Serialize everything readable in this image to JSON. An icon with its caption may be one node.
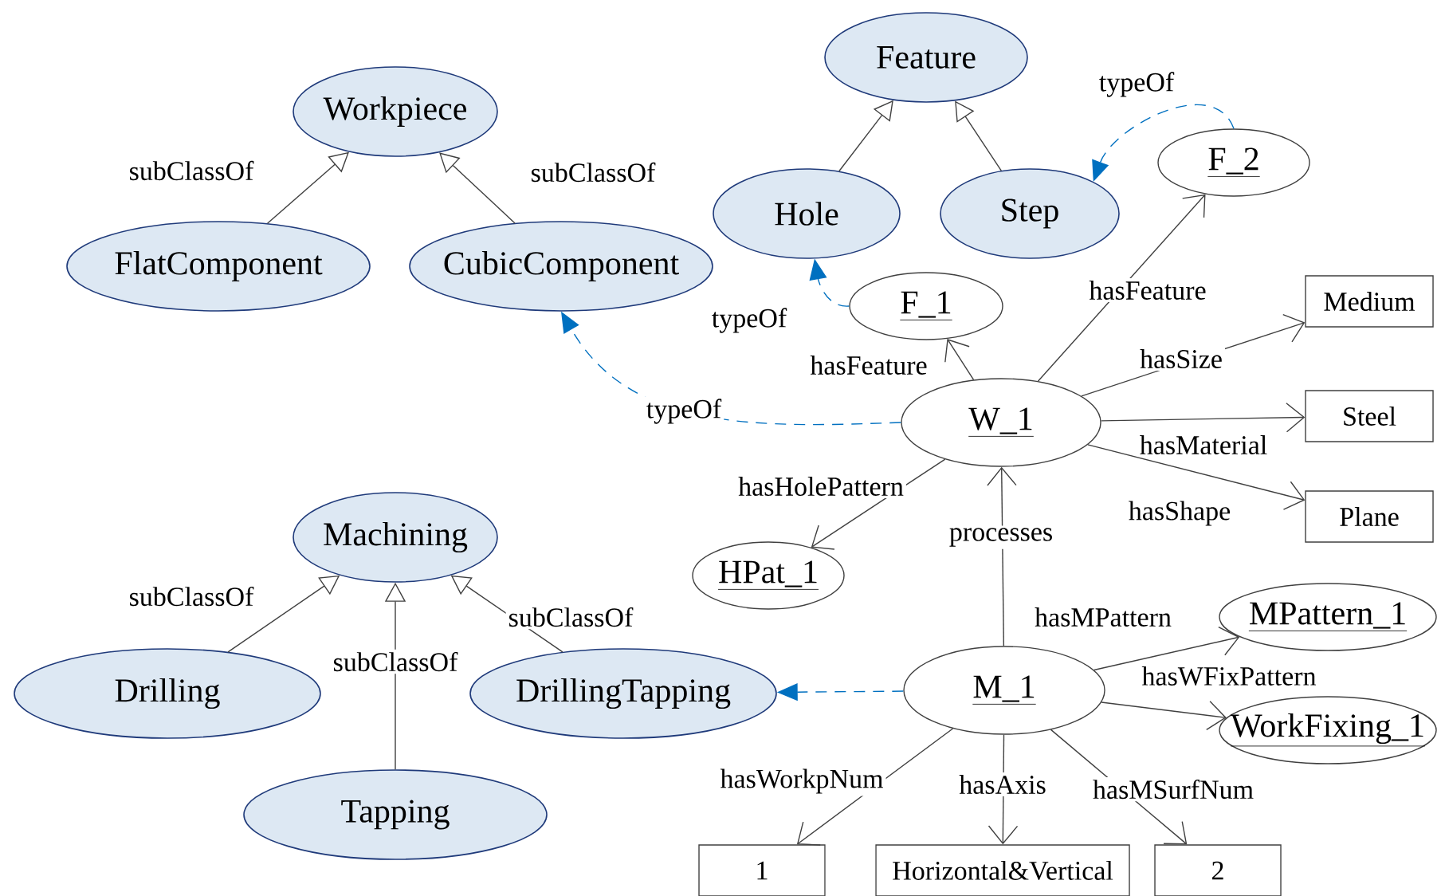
{
  "diagram": {
    "nodes": [
      {
        "text": [
          "Workpiece"
        ]
      },
      {
        "text": [
          "FlatComponent"
        ]
      },
      {
        "text": [
          "CubicComponent"
        ]
      },
      {
        "text": [
          "Feature"
        ]
      },
      {
        "text": [
          "Hole"
        ]
      },
      {
        "text": [
          "Step"
        ]
      },
      {
        "text": [
          "F_2"
        ]
      },
      {
        "text": [
          "F_1"
        ]
      },
      {
        "text": [
          "W_1"
        ]
      },
      {
        "text": [
          "Medium"
        ]
      },
      {
        "text": [
          "Steel"
        ]
      },
      {
        "text": [
          "Plane"
        ]
      },
      {
        "text": [
          "HPat_1"
        ]
      },
      {
        "text": [
          "Machining"
        ]
      },
      {
        "text": [
          "Drilling"
        ]
      },
      {
        "text": [
          "DrillingTapping"
        ]
      },
      {
        "text": [
          "Tapping"
        ]
      },
      {
        "text": [
          "M_1"
        ]
      },
      {
        "text": [
          "MPattern_1"
        ]
      },
      {
        "text": [
          "WorkFixing_1"
        ]
      },
      {
        "text": [
          "1"
        ]
      },
      {
        "text": [
          "Horizontal&Vertical"
        ]
      },
      {
        "text": [
          "2"
        ]
      }
    ],
    "edges": [
      {
        "from": 1,
        "to": 0,
        "arrow": "to",
        "label": "subClassOf"
      },
      {
        "from": 2,
        "to": 0,
        "arrow": "to",
        "label": "subClassOf"
      },
      {
        "from": 4,
        "to": 3,
        "arrow": "to"
      },
      {
        "from": 5,
        "to": 3,
        "arrow": "to"
      },
      {
        "from": 6,
        "to": 5,
        "arrow": "to",
        "label": "typeOf",
        "style": "dashed",
        "color": "#0070c0"
      },
      {
        "from": 7,
        "to": 4,
        "arrow": "to",
        "label": "typeOf",
        "style": "dashed",
        "color": "#0070c0"
      },
      {
        "from": 8,
        "to": 7,
        "arrow": "to",
        "label": "hasFeature"
      },
      {
        "from": 8,
        "to": 6,
        "arrow": "to",
        "label": "hasFeature"
      },
      {
        "from": 8,
        "to": 9,
        "arrow": "to",
        "label": "hasSize"
      },
      {
        "from": 8,
        "to": 10,
        "arrow": "to",
        "label": "hasMaterial"
      },
      {
        "from": 8,
        "to": 2,
        "arrow": "to",
        "label": "typeOf",
        "style": "dashed",
        "color": "#0070c0"
      },
      {
        "from": 8,
        "to": 11,
        "arrow": "to",
        "label": "hasShape"
      },
      {
        "from": 8,
        "to": 12,
        "arrow": "to",
        "label": "hasHolePattern"
      },
      {
        "from": 17,
        "to": 8,
        "arrow": "to",
        "label": "processes"
      },
      {
        "from": 14,
        "to": 13,
        "arrow": "to",
        "label": "subClassOf"
      },
      {
        "from": 16,
        "to": 13,
        "arrow": "to",
        "label": "subClassOf"
      },
      {
        "from": 15,
        "to": 13,
        "arrow": "to",
        "label": "subClassOf"
      },
      {
        "from": 17,
        "to": 15,
        "arrow": "to",
        "style": "dashed",
        "color": "#0070c0"
      },
      {
        "from": 17,
        "to": 18,
        "arrow": "to",
        "label": "hasMPattern"
      },
      {
        "from": 17,
        "to": 19,
        "arrow": "to",
        "label": "hasWFixPattern"
      },
      {
        "from": 17,
        "to": 20,
        "arrow": "to",
        "label": "hasWorkpNum"
      },
      {
        "from": 17,
        "to": 21,
        "arrow": "to",
        "label": "hasAxis"
      },
      {
        "from": 17,
        "to": 22,
        "arrow": "to",
        "label": "hasMSurfNum"
      }
    ]
  }
}
